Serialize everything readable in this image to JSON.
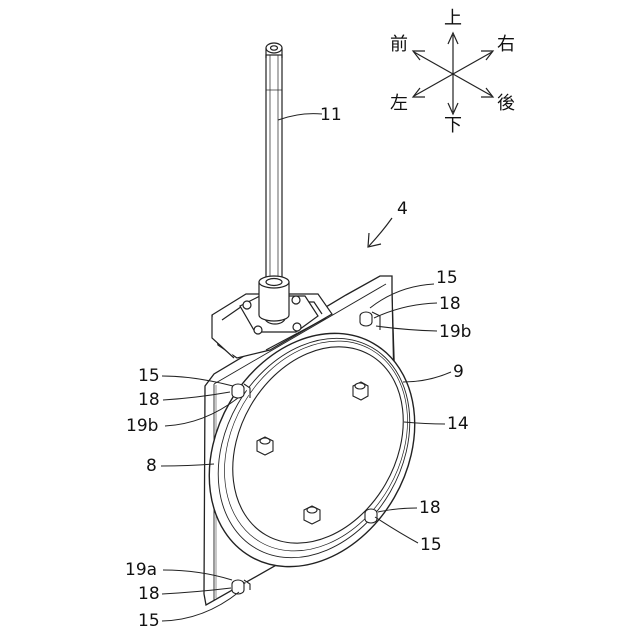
{
  "compass": {
    "up": "上",
    "down": "下",
    "front": "前",
    "rear": "後",
    "left": "左",
    "right": "右"
  },
  "labels": {
    "assembly": "4",
    "stem": "11",
    "upper_right_boss": "15",
    "upper_right_fitting": "18",
    "upper_right_pin": "19b",
    "body": "9",
    "outer_ring": "14",
    "mid_right_fitting": "18",
    "mid_right_boss": "15",
    "upper_left_boss": "15",
    "upper_left_fitting": "18",
    "upper_left_pin": "19b",
    "plate": "8",
    "lower_left_pin": "19a",
    "lower_left_fitting": "18",
    "lower_left_boss": "15"
  }
}
